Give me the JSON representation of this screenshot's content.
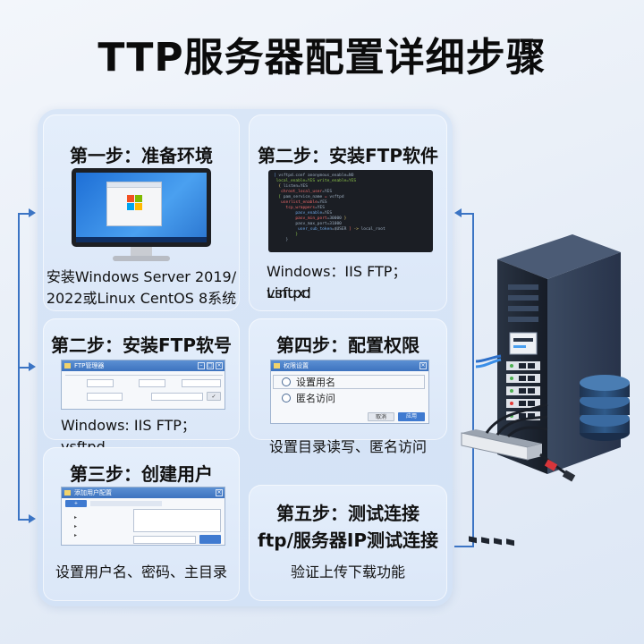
{
  "title": "TTP服务器配置详细步骤",
  "cards": {
    "step1": {
      "title": "第一步：准备环境",
      "text_line1": "安装Windows Server 2019/",
      "text_line2": "2022或Linux CentOS 8系统"
    },
    "step2a": {
      "title": "第二步：安装FTP软件",
      "text_line1": "Windows：IIS FTP；Linux：",
      "text_line2": "vsftpd"
    },
    "step2b": {
      "title": "第二步：安装FTP软号",
      "text": "Windows: IIS FTP；vsftpd",
      "window_title": "FTP管理器"
    },
    "step4": {
      "title": "第四步：配置权限",
      "text": "设置目录读写、匿名访问",
      "window_title": "权限设置",
      "option1": "设置用名",
      "option2": "匿名访问",
      "cancel": "取消",
      "ok": "应用"
    },
    "step3": {
      "title": "第三步：创建用户",
      "text": "设置用户名、密码、主目录",
      "window_title": "添加用户配置"
    },
    "step5": {
      "title_line1": "第五步：测试连接",
      "title_line2": "ftp/服务器IP测试连接",
      "text": "验证上传下载功能"
    }
  },
  "colors": {
    "accent": "#3b74c4",
    "panel": "#d6e4f7",
    "title": "#0b0b0b"
  },
  "icons": [
    "windows-logo-icon",
    "server-tower-icon",
    "database-icon",
    "network-switch-icon",
    "ethernet-cable-icon"
  ]
}
